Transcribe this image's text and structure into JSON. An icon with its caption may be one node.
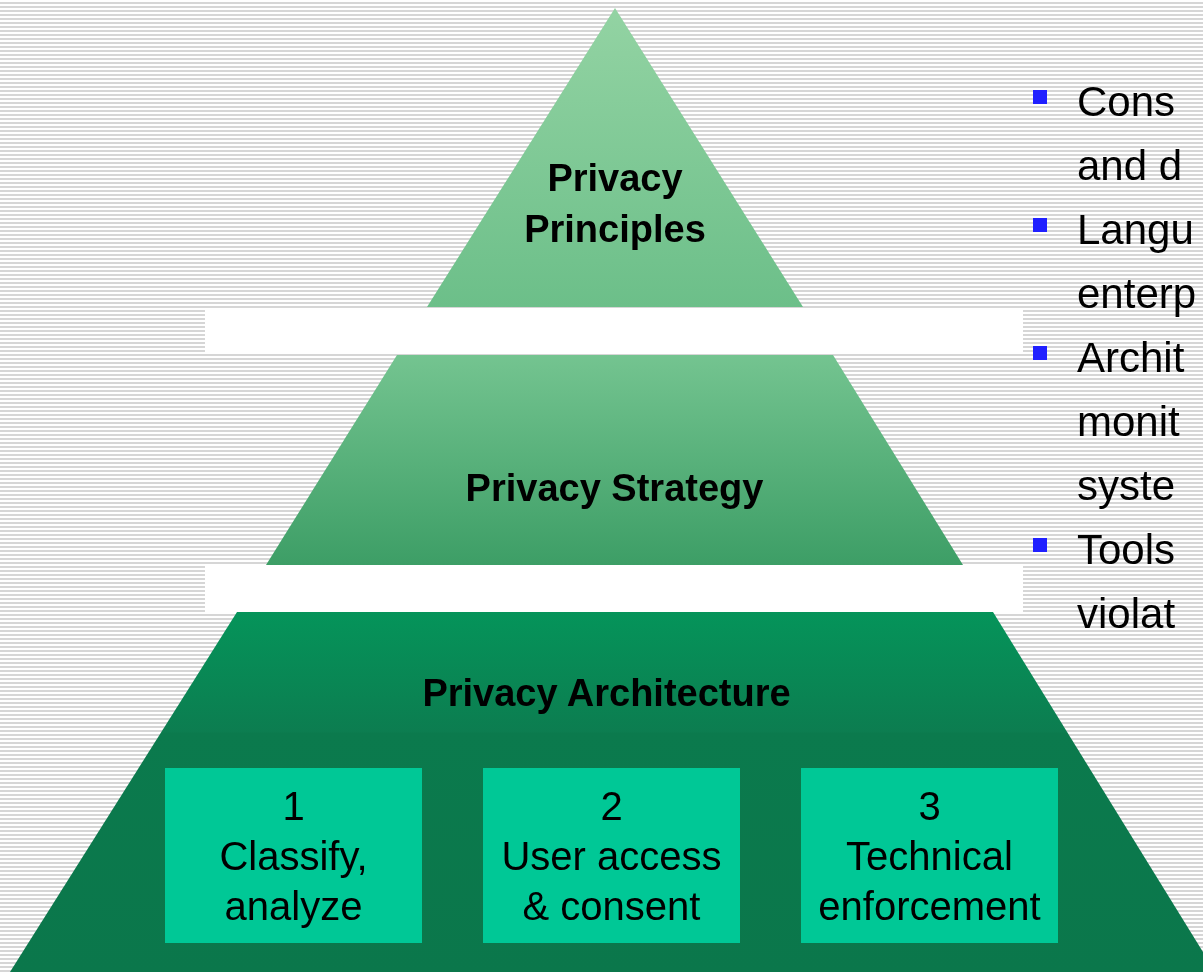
{
  "diagram": {
    "nodes": [
      {
        "text": [
          "Privacy Principles"
        ]
      },
      {
        "text": [
          "Privacy Strategy"
        ]
      },
      {
        "text": [
          "Privacy Architecture"
        ]
      },
      {
        "text": [
          "1",
          "Classify, analyze"
        ],
        "in": 2
      },
      {
        "text": [
          "2",
          "User access & consent"
        ],
        "in": 2
      },
      {
        "text": [
          "3",
          "Technical enforcement"
        ],
        "in": 2
      }
    ],
    "labels": [
      "Cons and d",
      "Langu enterp",
      "Archit monit syste",
      "Tools violat"
    ]
  }
}
